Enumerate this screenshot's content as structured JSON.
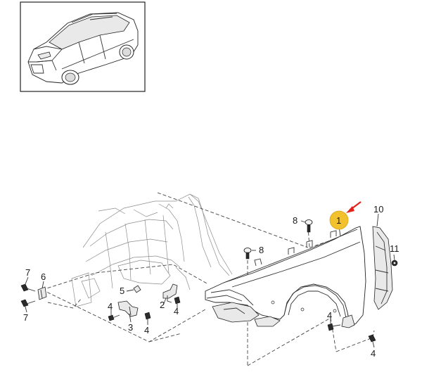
{
  "callouts": {
    "c1": "1",
    "c2": "2",
    "c3": "3",
    "c4a": "4",
    "c4b": "4",
    "c4c": "4",
    "c4d": "4",
    "c4e": "4",
    "c5": "5",
    "c6": "6",
    "c7a": "7",
    "c7b": "7",
    "c8a": "8",
    "c8b": "8",
    "c10": "10",
    "c11": "11"
  },
  "colors": {
    "highlight_badge": "#f2c12e",
    "pointer_arrow": "#e0241b",
    "line": "#333333"
  },
  "icons": {
    "pointer": "red-arrow-icon",
    "thumbnail": "vehicle-thumbnail-icon"
  }
}
